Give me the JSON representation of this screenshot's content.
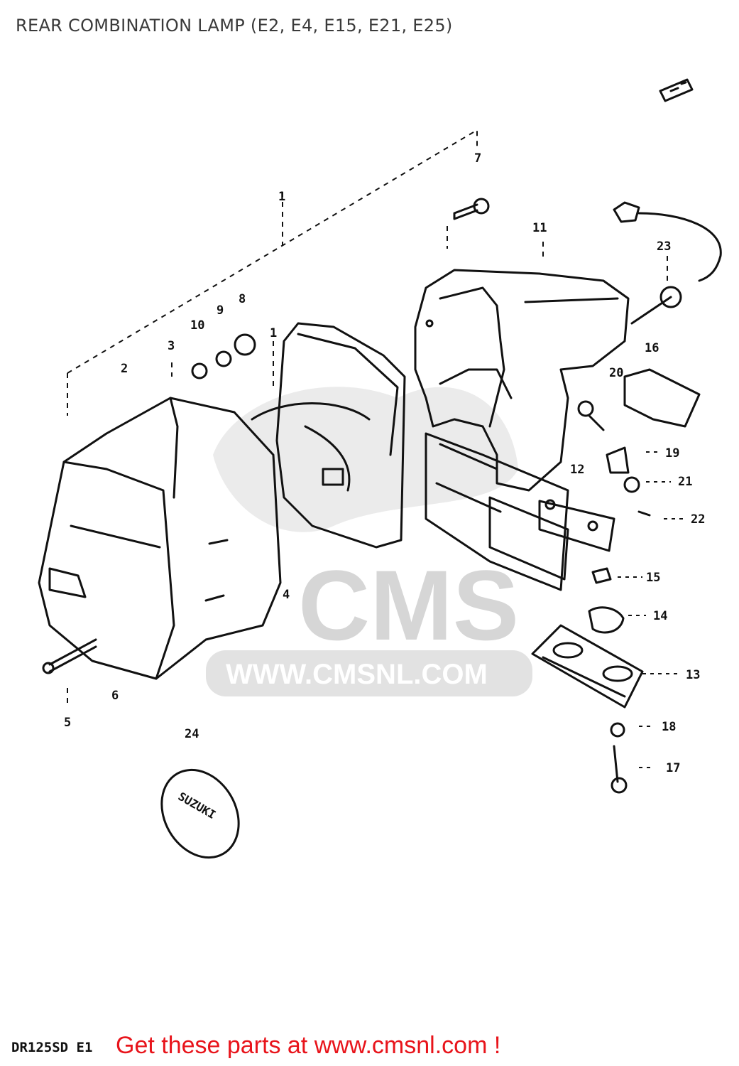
{
  "title": "REAR COMBINATION LAMP (E2, E4, E15, E21, E25)",
  "watermark": {
    "brand": "CMS",
    "url": "WWW.CMSNL.COM"
  },
  "decal_text": "SUZUKI",
  "part_labels": [
    "1",
    "1",
    "2",
    "3",
    "4",
    "5",
    "6",
    "7",
    "8",
    "9",
    "10",
    "11",
    "12",
    "13",
    "14",
    "15",
    "16",
    "17",
    "18",
    "19",
    "20",
    "21",
    "22",
    "23",
    "24"
  ],
  "drawing_code": "DR125SD E1",
  "footer_cta": "Get these parts at www.cmsnl.com !",
  "colors": {
    "cta": "#e8141b",
    "ink": "#111111",
    "watermark": "#dedede"
  }
}
